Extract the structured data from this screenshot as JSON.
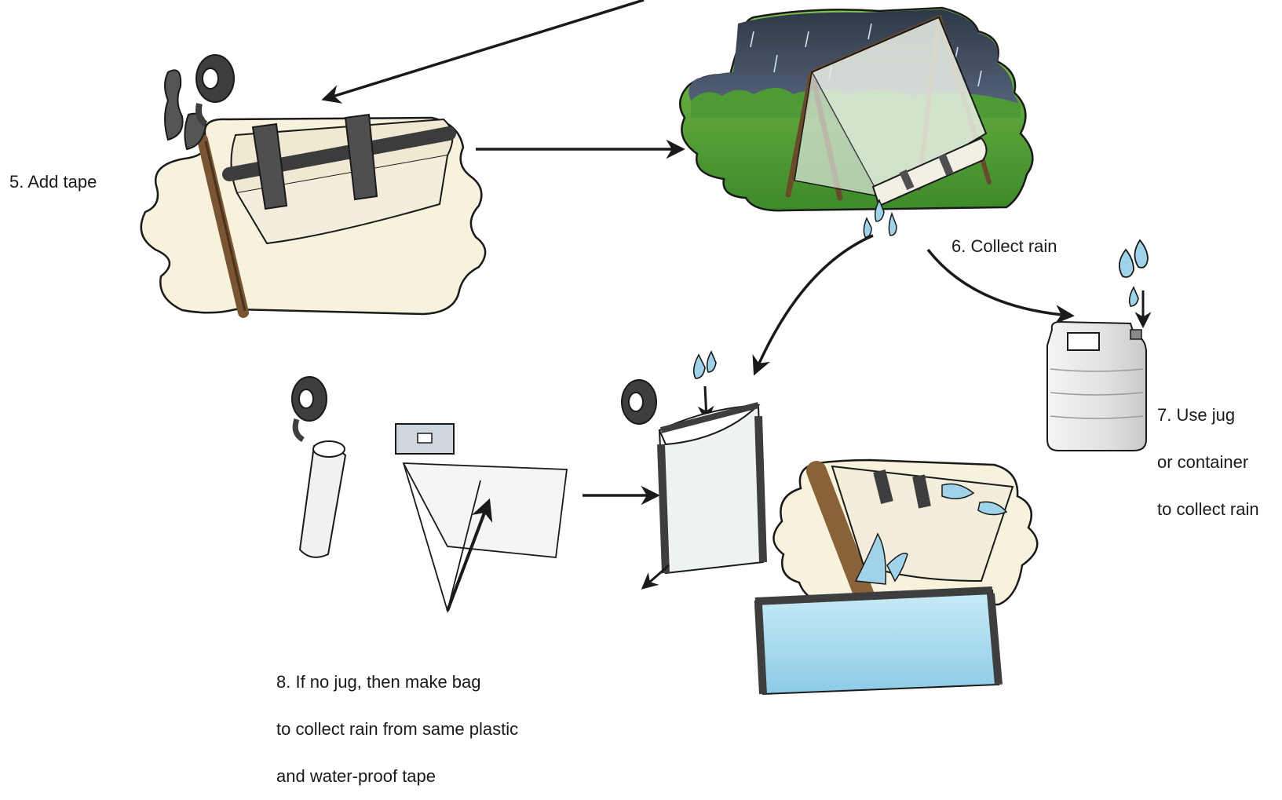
{
  "step_labels": {
    "add_tape": "5. Add tape",
    "collect_rain": "6. Collect rain",
    "use_jug_lines": [
      "7. Use jug",
      "or container",
      "to collect rain"
    ],
    "make_bag_lines": [
      "8. If no jug, then make bag",
      "to collect rain from same plastic",
      "and water-proof tape"
    ]
  },
  "icons": {
    "panel_taped_roll": "taped-plastic-roll-on-pole-icon",
    "panel_tent_rain": "a-frame-tent-in-rain-icon",
    "jug": "water-jug-icon",
    "bag_materials": "tape-roll-plastic-roll-razor-icon",
    "bag": "plastic-bag-icon",
    "collection": "bag-collecting-runoff-icon"
  },
  "colors": {
    "ink": "#1a1a1a",
    "panel_fill": "#f7f2dc",
    "sky": "#3f4a5a",
    "grass": "#5fae3c",
    "water": "#9fd3ea",
    "tape": "#4a4a4a",
    "wood": "#8a6238"
  }
}
